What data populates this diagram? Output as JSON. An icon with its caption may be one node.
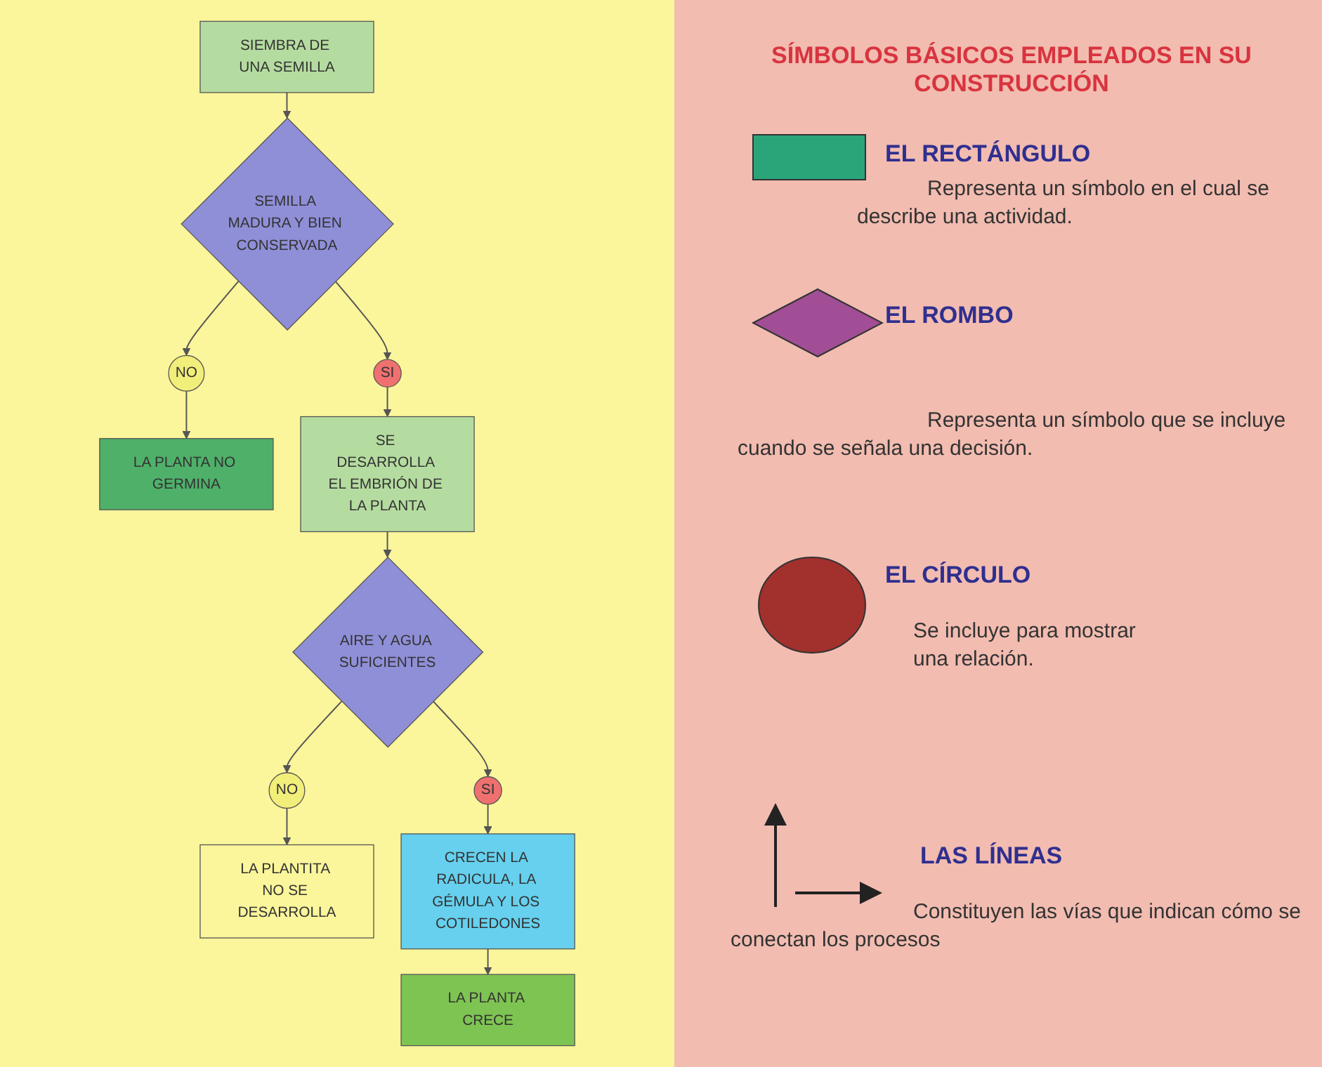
{
  "diagram": {
    "nodes": [
      {
        "text": [
          "SIEMBRA DE UNA SEMILLA"
        ]
      },
      {
        "text": [
          "SEMILLA MADURA Y BIEN CONSERVADA"
        ]
      },
      {
        "text": [
          "NO"
        ]
      },
      {
        "text": [
          "LA PLANTA NO GERMINA"
        ]
      },
      {
        "text": [
          "SI"
        ]
      },
      {
        "text": [
          "SE DESARROLLA EL EMBRIÓN DE LA PLANTA"
        ]
      },
      {
        "text": [
          "AIRE Y AGUA SUFICIENTES"
        ]
      },
      {
        "text": [
          "NO"
        ]
      },
      {
        "text": [
          "LA PLANTITA NO SE DESARROLLA"
        ]
      },
      {
        "text": [
          "SI"
        ]
      },
      {
        "text": [
          "CRECEN LA RADICULA, LA GÉMULA Y LOS COTILEDONES"
        ]
      },
      {
        "text": [
          "LA PLANTA CRECE"
        ]
      }
    ],
    "edges": [
      {
        "from": 0,
        "to": 1,
        "arrow": "to"
      },
      {
        "from": 1,
        "to": 2,
        "arrow": "to"
      },
      {
        "from": 2,
        "to": 3,
        "arrow": "to"
      },
      {
        "from": 1,
        "to": 4,
        "arrow": "to"
      },
      {
        "from": 4,
        "to": 5,
        "arrow": "to"
      },
      {
        "from": 5,
        "to": 6,
        "arrow": "to"
      },
      {
        "from": 6,
        "to": 7,
        "arrow": "to"
      },
      {
        "from": 7,
        "to": 8,
        "arrow": "to"
      },
      {
        "from": 6,
        "to": 9,
        "arrow": "to"
      },
      {
        "from": 9,
        "to": 10,
        "arrow": "to"
      },
      {
        "from": 10,
        "to": 11,
        "arrow": "to"
      }
    ],
    "labels": [
      "SÍMBOLOS BÁSICOS EMPLEADOS EN SU CONSTRUCCIÓN",
      "Representa un símbolo en el cual se describe una actividad.",
      "Representa un símbolo que se incluye cuando se señala una decisión.",
      "Se incluye para mostrar una relación.",
      "Constituyen las vías que indican cómo se conectan los procesos"
    ],
    "legend": [
      {
        "text": "EL RECTÁNGULO"
      },
      {
        "text": "EL ROMBO"
      },
      {
        "text": "EL CÍRCULO"
      },
      {
        "text": "LAS LÍNEAS"
      }
    ]
  }
}
